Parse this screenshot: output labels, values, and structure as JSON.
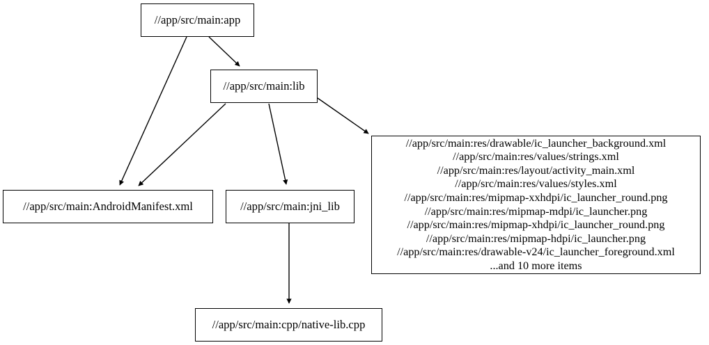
{
  "graph": {
    "type": "directed-dependency-graph",
    "nodes": [
      {
        "id": "app",
        "label": "//app/src/main:app"
      },
      {
        "id": "lib",
        "label": "//app/src/main:lib"
      },
      {
        "id": "manifest",
        "label": "//app/src/main:AndroidManifest.xml"
      },
      {
        "id": "jni_lib",
        "label": "//app/src/main:jni_lib"
      },
      {
        "id": "resources",
        "label": "//app/src/main:res/drawable/ic_launcher_background.xml\n//app/src/main:res/values/strings.xml\n//app/src/main:res/layout/activity_main.xml\n//app/src/main:res/values/styles.xml\n//app/src/main:res/mipmap-xxhdpi/ic_launcher_round.png\n//app/src/main:res/mipmap-mdpi/ic_launcher.png\n//app/src/main:res/mipmap-xhdpi/ic_launcher_round.png\n//app/src/main:res/mipmap-hdpi/ic_launcher.png\n//app/src/main:res/drawable-v24/ic_launcher_foreground.xml\n...and 10 more items",
        "lines": [
          "//app/src/main:res/drawable/ic_launcher_background.xml",
          "//app/src/main:res/values/strings.xml",
          "//app/src/main:res/layout/activity_main.xml",
          "//app/src/main:res/values/styles.xml",
          "//app/src/main:res/mipmap-xxhdpi/ic_launcher_round.png",
          "//app/src/main:res/mipmap-mdpi/ic_launcher.png",
          "//app/src/main:res/mipmap-xhdpi/ic_launcher_round.png",
          "//app/src/main:res/mipmap-hdpi/ic_launcher.png",
          "//app/src/main:res/drawable-v24/ic_launcher_foreground.xml",
          "...and 10 more items"
        ]
      },
      {
        "id": "cpp",
        "label": "//app/src/main:cpp/native-lib.cpp"
      }
    ],
    "edges": [
      {
        "from": "app",
        "to": "lib"
      },
      {
        "from": "app",
        "to": "manifest"
      },
      {
        "from": "lib",
        "to": "manifest"
      },
      {
        "from": "lib",
        "to": "jni_lib"
      },
      {
        "from": "lib",
        "to": "resources"
      },
      {
        "from": "jni_lib",
        "to": "cpp"
      }
    ],
    "colors": {
      "background": "#ffffff",
      "node_border": "#000000",
      "node_fill": "#ffffff",
      "edge": "#000000",
      "text": "#000000"
    }
  }
}
